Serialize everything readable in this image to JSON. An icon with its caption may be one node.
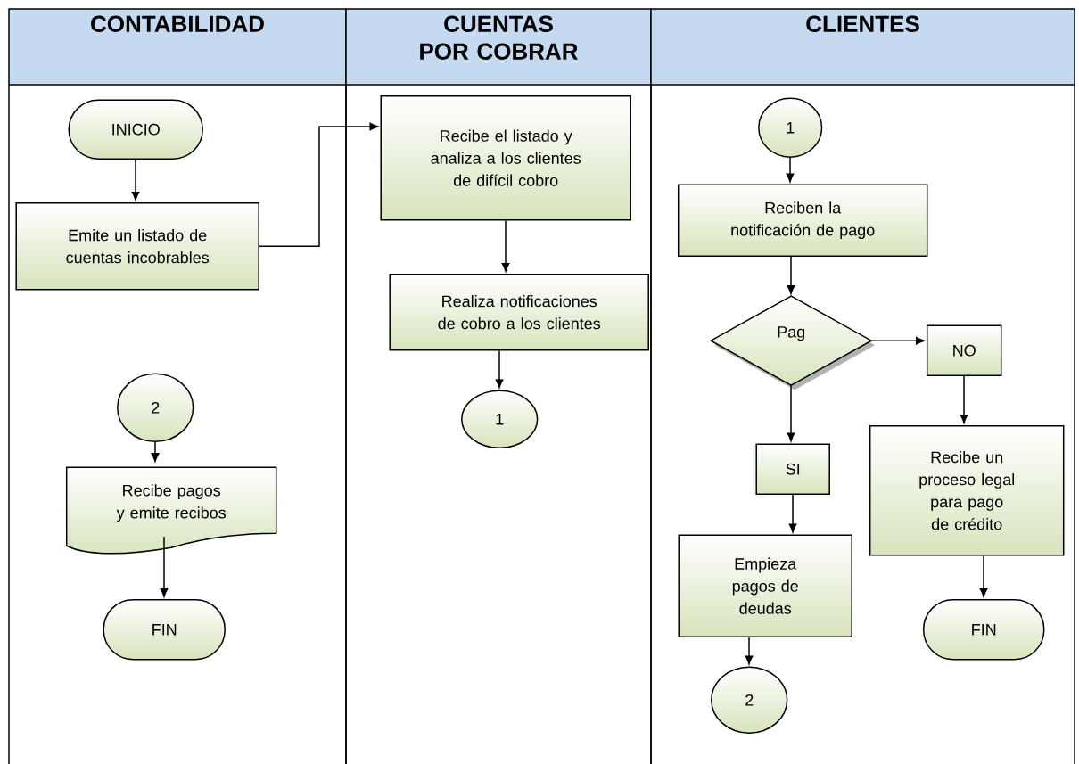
{
  "diagram": {
    "nodes": [
      {
        "text": [
          "CONTABILIDAD"
        ]
      },
      {
        "text": [
          "CUENTAS POR COBRAR"
        ]
      },
      {
        "text": [
          "CLIENTES"
        ]
      },
      {
        "text": [
          "INICIO"
        ],
        "in": 0
      },
      {
        "text": [
          "Emite un listado de cuentas incobrables"
        ],
        "in": 0
      },
      {
        "text": [
          "2"
        ],
        "in": 0
      },
      {
        "text": [
          "Recibe pagos y emite recibos"
        ],
        "in": 0
      },
      {
        "text": [
          "FIN"
        ],
        "in": 0
      },
      {
        "text": [
          "Recibe el listado y analiza a los clientes de difícil cobro"
        ],
        "in": 1
      },
      {
        "text": [
          "Realiza notificaciones de cobro a los clientes"
        ],
        "in": 1
      },
      {
        "text": [
          "1"
        ],
        "in": 1
      },
      {
        "text": [
          "1"
        ],
        "in": 2
      },
      {
        "text": [
          "Reciben la notificación de pago"
        ],
        "in": 2
      },
      {
        "text": [
          "Pag"
        ],
        "in": 2
      },
      {
        "text": [
          "NO"
        ],
        "in": 2
      },
      {
        "text": [
          "SI"
        ],
        "in": 2
      },
      {
        "text": [
          "Recibe un proceso legal para pago de crédito"
        ],
        "in": 2
      },
      {
        "text": [
          "Empieza pagos de deudas"
        ],
        "in": 2
      },
      {
        "text": [
          "2"
        ],
        "in": 2
      },
      {
        "text": [
          "FIN"
        ],
        "in": 2
      }
    ],
    "edges": [
      {
        "from": 3,
        "to": 4,
        "arrow": "to"
      },
      {
        "from": 4,
        "to": 8,
        "arrow": "to"
      },
      {
        "from": 8,
        "to": 9,
        "arrow": "to"
      },
      {
        "from": 9,
        "to": 10,
        "arrow": "to"
      },
      {
        "from": 5,
        "to": 6,
        "arrow": "to"
      },
      {
        "from": 6,
        "to": 7,
        "arrow": "to"
      },
      {
        "from": 11,
        "to": 12,
        "arrow": "to"
      },
      {
        "from": 12,
        "to": 13,
        "arrow": "to"
      },
      {
        "from": 13,
        "to": 14,
        "arrow": "to"
      },
      {
        "from": 13,
        "to": 15,
        "arrow": "to"
      },
      {
        "from": 14,
        "to": 16,
        "arrow": "to"
      },
      {
        "from": 15,
        "to": 17,
        "arrow": "to"
      },
      {
        "from": 17,
        "to": 18,
        "arrow": "to"
      },
      {
        "from": 16,
        "to": 19,
        "arrow": "to"
      }
    ]
  }
}
